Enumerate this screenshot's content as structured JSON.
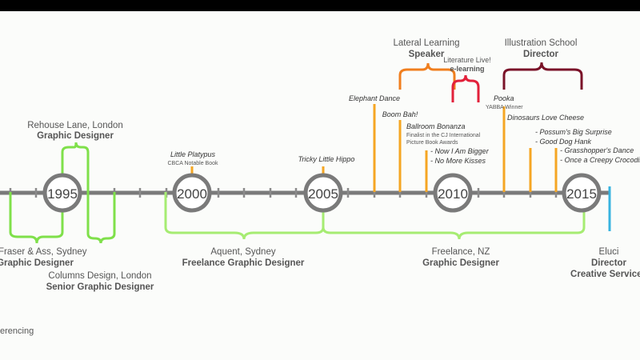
{
  "colors": {
    "axis": "#7a7a7a",
    "green": "#7fe04a",
    "green_light": "#a6ec72",
    "orange": "#f5a623",
    "orange_dark": "#f07e1e",
    "red": "#e2213a",
    "maroon": "#7a1228",
    "blue": "#38b4e0",
    "text": "#555555"
  },
  "years": [
    "1995",
    "2000",
    "2005",
    "2010",
    "2015"
  ],
  "jobs": {
    "rehouse": {
      "place": "Rehouse Lane, London",
      "role": "Graphic Designer"
    },
    "fraser": {
      "place": "rell Fraser & Ass, Sydney",
      "role": "Graphic Designer"
    },
    "columns": {
      "place": "Columns Design, London",
      "role": "Senior Graphic Designer"
    },
    "aquent": {
      "place": "Aquent, Sydney",
      "role": "Freelance Graphic Designer"
    },
    "freelance": {
      "place": "Freelance, NZ",
      "role": "Graphic Designer"
    },
    "eluci": {
      "place": "Eluci",
      "role": "Director",
      "role2": "Creative Services"
    }
  },
  "roles": {
    "lateral": {
      "org": "Lateral Learning",
      "role": "Speaker"
    },
    "literature": {
      "org": "Literature Live!",
      "role": "e-learning"
    },
    "illustration": {
      "org": "Illustration School",
      "role": "Director"
    }
  },
  "books": {
    "platypus": {
      "title": "Little Platypus",
      "note": "CBCA Notable Book"
    },
    "hippo": {
      "title": "Tricky Little Hippo"
    },
    "elephant": {
      "title": "Elephant Dance"
    },
    "boombah": {
      "title": "Boom Bah!"
    },
    "ballroom": {
      "title": "Ballroom Bonanza",
      "note1": "Finalist in the CJ International",
      "note2": "Picture Book Awards"
    },
    "bigger": {
      "title": "- Now I Am Bigger"
    },
    "kisses": {
      "title": "- No More Kisses"
    },
    "pooka": {
      "title": "Pooka",
      "note": "YABBA Winner"
    },
    "dinosaurs": {
      "title": "Dinosaurs Love Cheese"
    },
    "possum": {
      "title": "- Possum's Big Surprise"
    },
    "hank": {
      "title": "- Good Dog Hank"
    },
    "grasshopper": {
      "title": "- Grasshopper's Dance"
    },
    "crocodile": {
      "title": "- Once a Creepy Crocodile"
    }
  },
  "footer": {
    "text": "erencing"
  }
}
